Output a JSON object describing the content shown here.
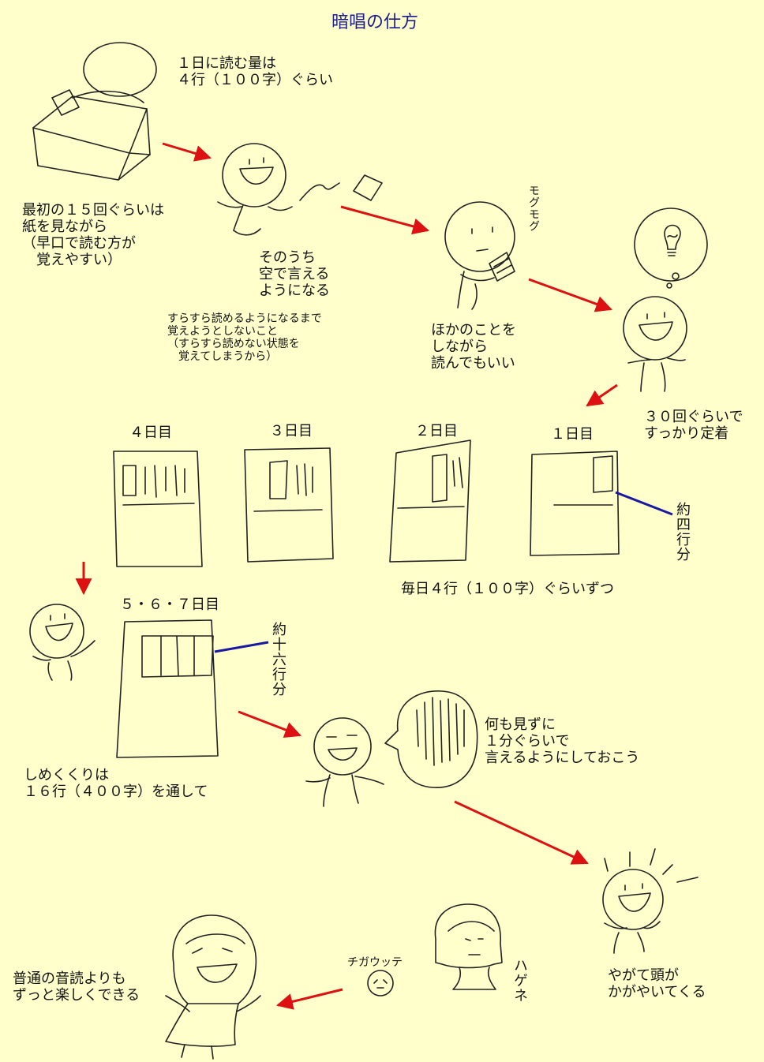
{
  "title": "暗唱の仕方",
  "colors": {
    "background": "#ffffcc",
    "arrow": "#dd1111",
    "pointer": "#1a1aa0",
    "title": "#1c1c8c",
    "ink": "#111111"
  },
  "texts": {
    "daily_amount": "１日に読む量は\n４行（１００字）ぐらい",
    "first_15": "最初の１５回ぐらいは\n紙を見ながら\n（早口で読む方が\n　覚えやすい）",
    "soon_recite": "そのうち\n空で言える\nようになる",
    "dont_memorize": "すらすら読めるようになるまで\n覚えようとしないこと\n（すらすら読めない状態を\n　覚えてしまうから）",
    "mogumogu": "モグモグ",
    "while_other": "ほかのことを\nしながら\n読んでもいい",
    "thirty_times": "３０回ぐらいで\nすっかり定着",
    "day4": "４日目",
    "day3": "３日目",
    "day2": "２日目",
    "day1": "１日目",
    "four_lines": "約四行分",
    "every_day": "毎日４行（１００字）ぐらいずつ",
    "days567": "５・６・７日目",
    "sixteen_lines": "約十六行分",
    "finish": "しめくくりは\n１６行（４００字）を通して",
    "one_minute": "何も見ずに\n１分ぐらいで\n言えるようにしておこう",
    "head_shine": "やがて頭が\nかがやいてくる",
    "hagene": "ハゲネ",
    "chigautte": "チガウッテ",
    "more_fun": "普通の音読よりも\nずっと楽しくできる"
  },
  "icons": [
    "person-at-desk-icon",
    "happy-person-icon",
    "chewing-person-icon",
    "lightbulb-thought-icon",
    "paper-sheet-icon",
    "speech-bubble-icon",
    "shining-head-icon",
    "girl-icon",
    "small-face-icon",
    "laughing-girl-icon"
  ]
}
